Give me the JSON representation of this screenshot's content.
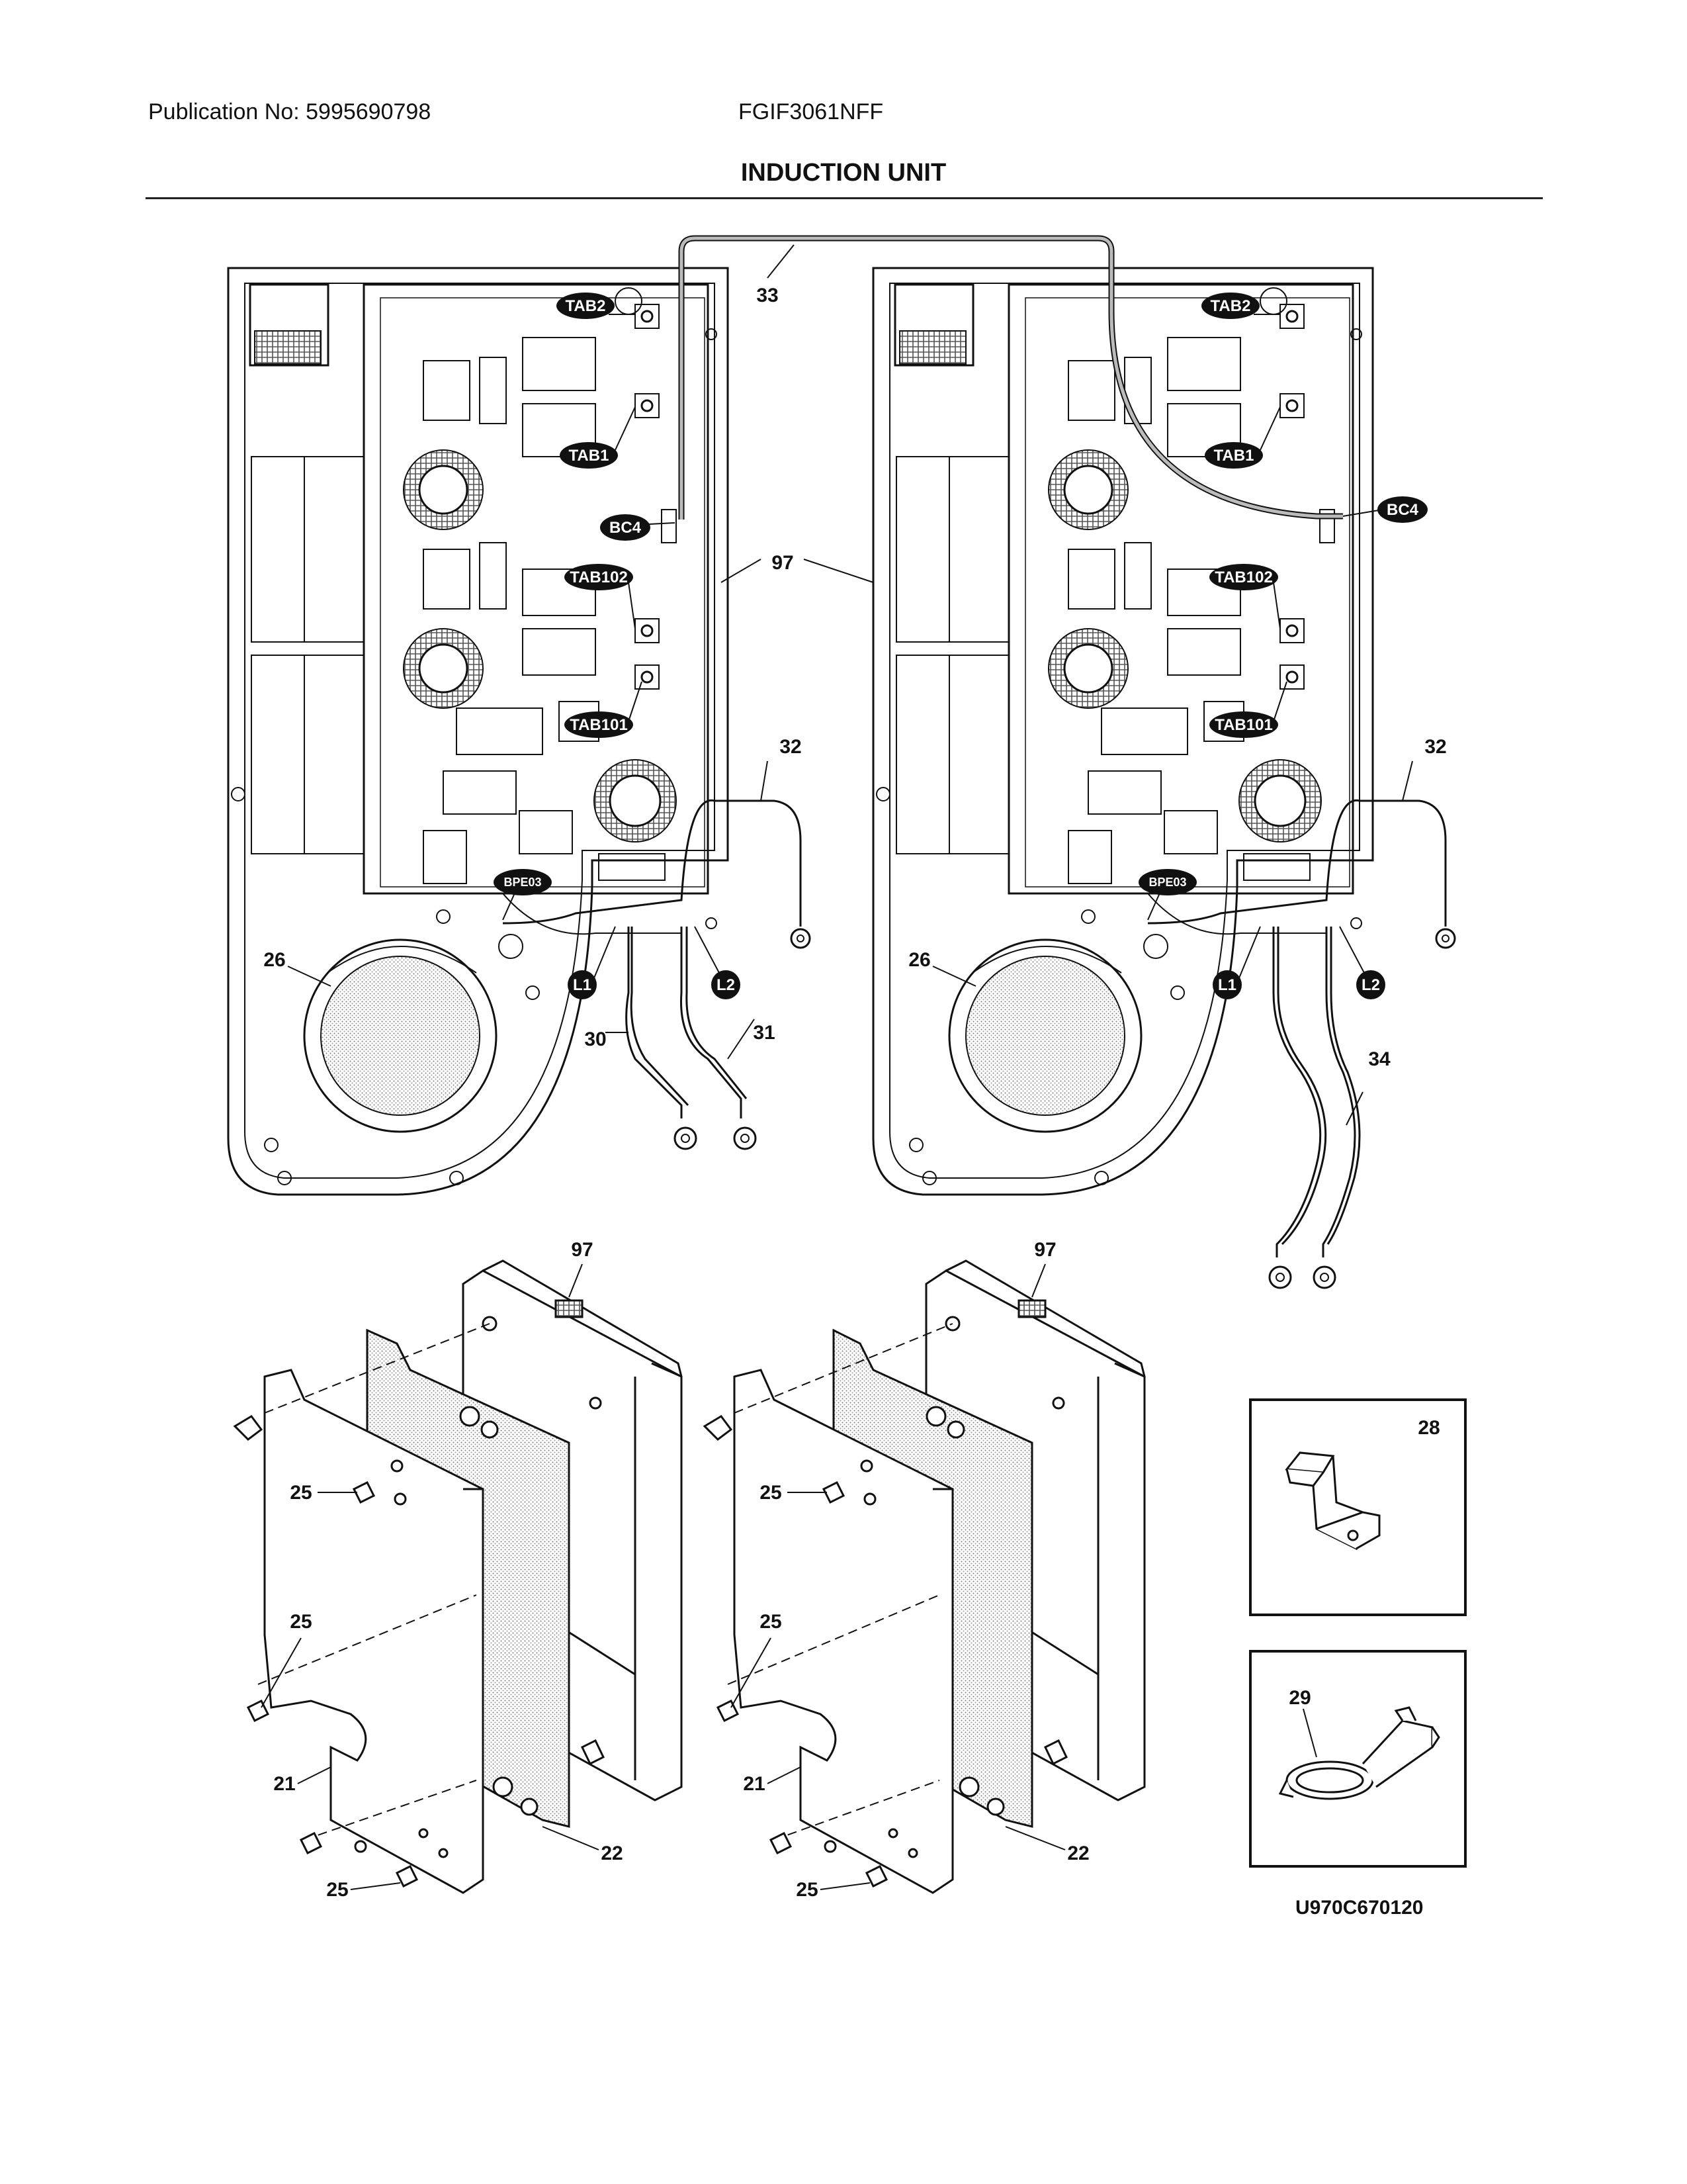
{
  "header": {
    "publication": "Publication No: 5995690798",
    "model": "FGIF3061NFF",
    "title": "INDUCTION UNIT"
  },
  "figure_code": "U970C670120",
  "tags": {
    "tab2": "TAB2",
    "tab1": "TAB1",
    "bc4": "BC4",
    "tab102": "TAB102",
    "tab101": "TAB101",
    "bpe03": "BPE03",
    "l1": "L1",
    "l2": "L2"
  },
  "callouts": {
    "c21": "21",
    "c22": "22",
    "c25": "25",
    "c26": "26",
    "c28": "28",
    "c29": "29",
    "c30": "30",
    "c31": "31",
    "c32": "32",
    "c33": "33",
    "c34": "34",
    "c97": "97"
  }
}
